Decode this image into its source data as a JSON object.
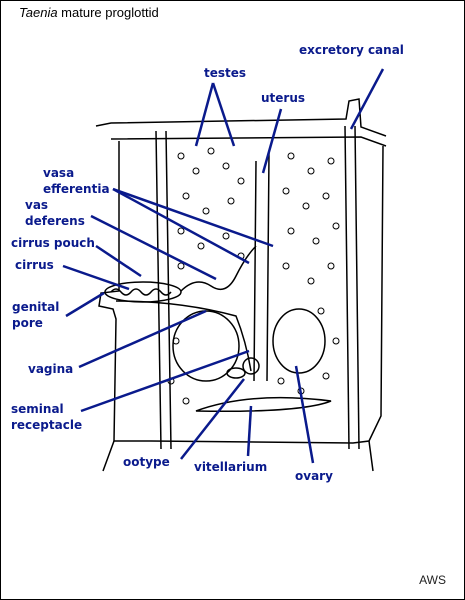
{
  "title": {
    "genus": "Taenia",
    "rest": " mature proglottid"
  },
  "labels": {
    "excretory_canal": "excretory canal",
    "testes": "testes",
    "uterus": "uterus",
    "vasa_efferentia_1": "vasa",
    "vasa_efferentia_2": "efferentia",
    "vas_deferens_1": "vas",
    "vas_deferens_2": "deferens",
    "cirrus_pouch": "cirrus pouch",
    "cirrus": "cirrus",
    "genital_pore_1": "genital",
    "genital_pore_2": "pore",
    "vagina": "vagina",
    "seminal_receptacle_1": "seminal",
    "seminal_receptacle_2": "receptacle",
    "ootype": "ootype",
    "vitellarium": "vitellarium",
    "ovary": "ovary"
  },
  "credit": "AWS",
  "colors": {
    "label": "#0a1a8c",
    "drawing": "#000000"
  }
}
